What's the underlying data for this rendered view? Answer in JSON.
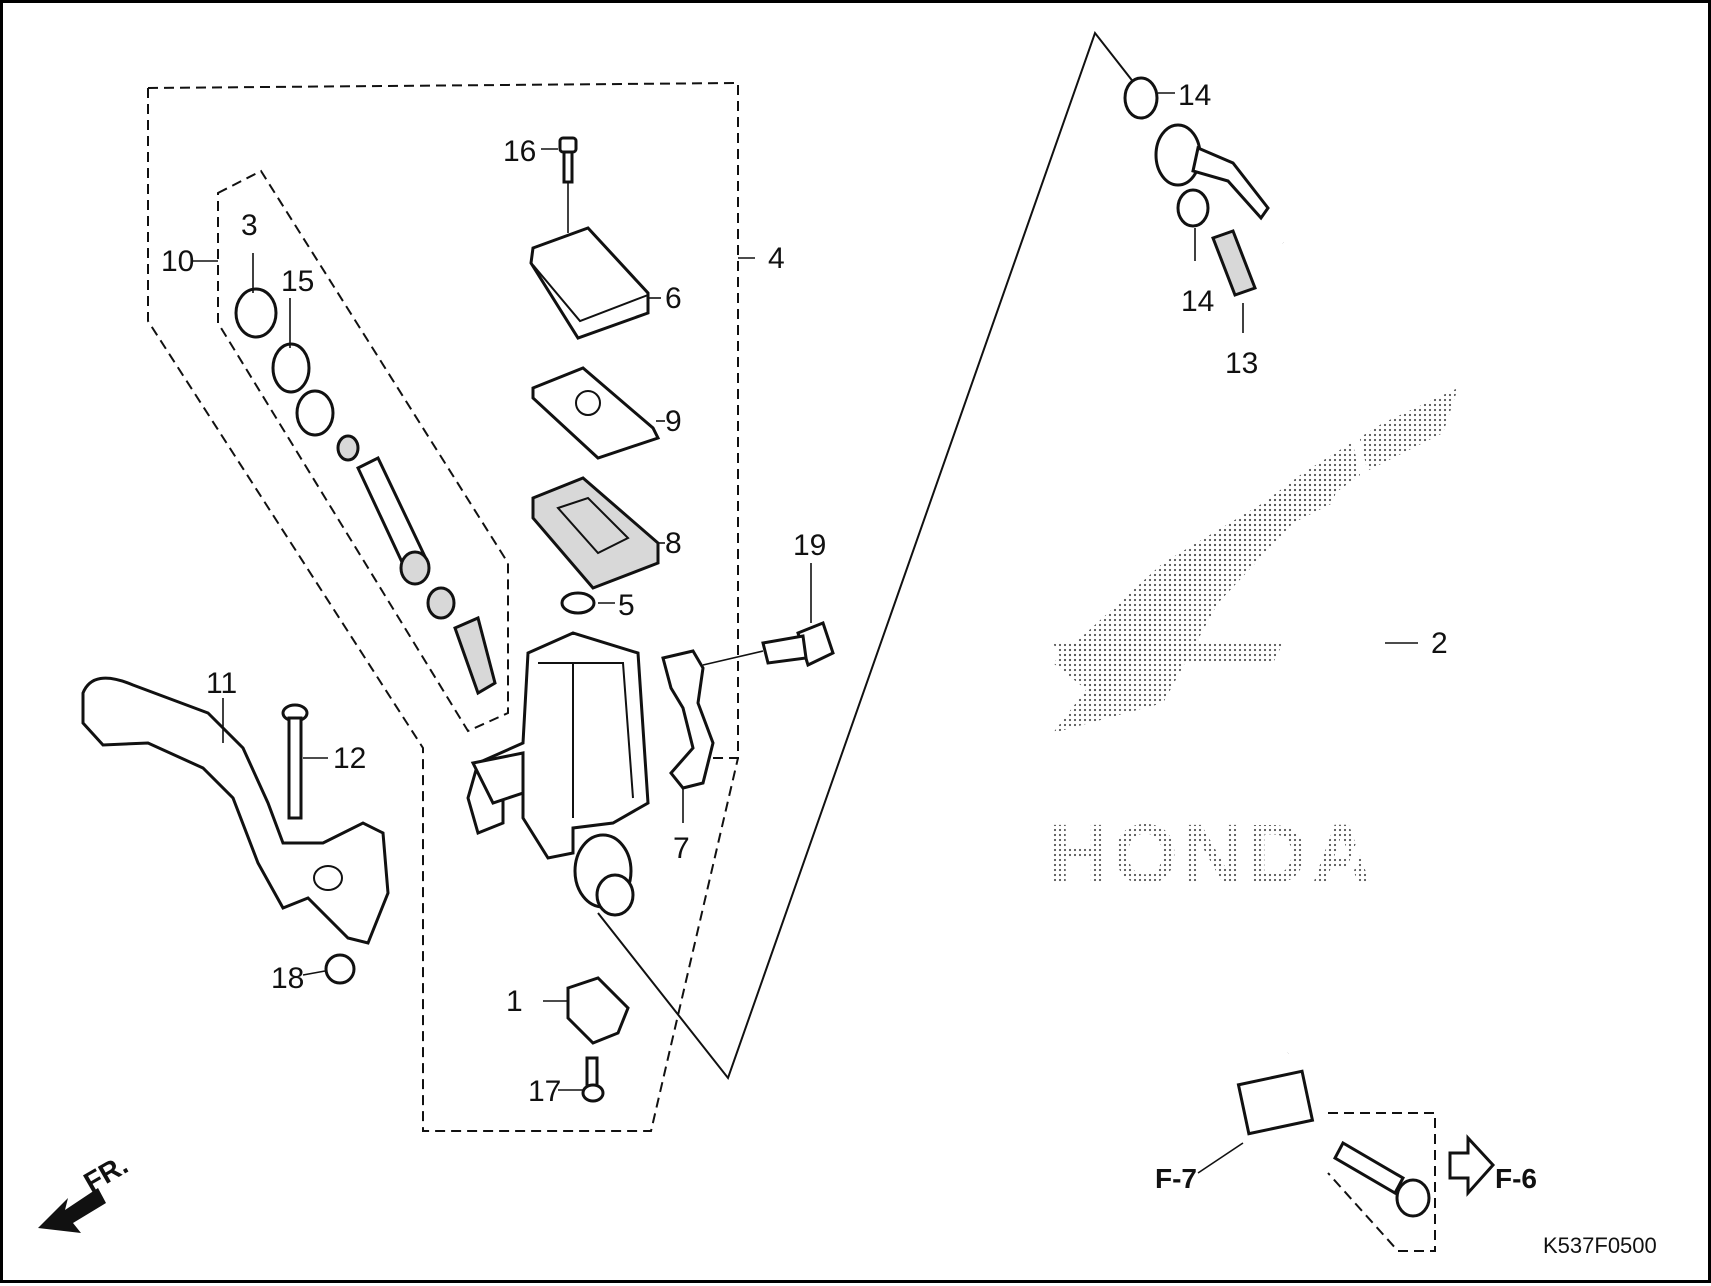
{
  "diagram_code": "K537F0500",
  "direction_label": "FR.",
  "references": {
    "left": "F-7",
    "right": "F-6"
  },
  "brand_watermark": "HONDA",
  "callouts": [
    {
      "id": "c1",
      "text": "1"
    },
    {
      "id": "c2",
      "text": "2"
    },
    {
      "id": "c3",
      "text": "3"
    },
    {
      "id": "c4",
      "text": "4"
    },
    {
      "id": "c5",
      "text": "5"
    },
    {
      "id": "c6",
      "text": "6"
    },
    {
      "id": "c7",
      "text": "7"
    },
    {
      "id": "c8",
      "text": "8"
    },
    {
      "id": "c9",
      "text": "9"
    },
    {
      "id": "c10",
      "text": "10"
    },
    {
      "id": "c11",
      "text": "11"
    },
    {
      "id": "c12",
      "text": "12"
    },
    {
      "id": "c13",
      "text": "13"
    },
    {
      "id": "c14a",
      "text": "14"
    },
    {
      "id": "c14b",
      "text": "14"
    },
    {
      "id": "c15",
      "text": "15"
    },
    {
      "id": "c16",
      "text": "16"
    },
    {
      "id": "c17",
      "text": "17"
    },
    {
      "id": "c18",
      "text": "18"
    },
    {
      "id": "c19",
      "text": "19"
    }
  ]
}
